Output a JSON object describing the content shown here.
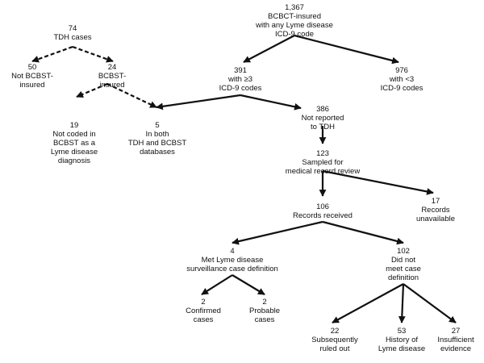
{
  "nodes": {
    "tdh": {
      "count": "74",
      "label": "TDH cases"
    },
    "not_bcbst": {
      "count": "50",
      "label": "Not BCBST-\ninsured"
    },
    "bcbst_insured": {
      "count": "24",
      "label": "BCBST-\ninsured"
    },
    "not_coded": {
      "count": "19",
      "label": "Not coded in\nBCBST as a\nLyme disease\ndiagnosis"
    },
    "both_db": {
      "count": "5",
      "label": "In both\nTDH and BCBST\ndatabases"
    },
    "bcbct": {
      "count": "1,367",
      "label": "BCBCT-insured\nwith any Lyme disease\nICD-9 code"
    },
    "ge3": {
      "count": "391",
      "label": "with ≥3\nICD-9 codes"
    },
    "lt3": {
      "count": "976",
      "label": "with <3\nICD-9 codes"
    },
    "not_reported": {
      "count": "386",
      "label": "Not reported\nto TDH"
    },
    "sampled": {
      "count": "123",
      "label": "Sampled for\nmedical record review"
    },
    "received": {
      "count": "106",
      "label": "Records received"
    },
    "unavailable": {
      "count": "17",
      "label": "Records\nunavailable"
    },
    "met": {
      "count": "4",
      "label": "Met Lyme disease\nsurveillance case definition"
    },
    "not_met": {
      "count": "102",
      "label": "Did not\nmeet case\ndefinition"
    },
    "confirmed": {
      "count": "2",
      "label": "Confirmed\ncases"
    },
    "probable": {
      "count": "2",
      "label": "Probable\ncases"
    },
    "ruled_out": {
      "count": "22",
      "label": "Subsequently\nruled out"
    },
    "history": {
      "count": "53",
      "label": "History of\nLyme disease"
    },
    "insufficient": {
      "count": "27",
      "label": "Insufficient\nevidence"
    }
  },
  "edges": [
    {
      "from": "tdh",
      "to": "not_bcbst",
      "style": "dashed"
    },
    {
      "from": "tdh",
      "to": "bcbst_insured",
      "style": "dashed"
    },
    {
      "from": "bcbst_insured",
      "to": "not_coded",
      "style": "dashed"
    },
    {
      "from": "bcbst_insured",
      "to": "both_db",
      "style": "dashed"
    },
    {
      "from": "bcbct",
      "to": "ge3",
      "style": "solid"
    },
    {
      "from": "bcbct",
      "to": "lt3",
      "style": "solid"
    },
    {
      "from": "ge3",
      "to": "both_db",
      "style": "solid"
    },
    {
      "from": "ge3",
      "to": "not_reported",
      "style": "solid"
    },
    {
      "from": "not_reported",
      "to": "sampled",
      "style": "solid"
    },
    {
      "from": "sampled",
      "to": "received",
      "style": "solid"
    },
    {
      "from": "sampled",
      "to": "unavailable",
      "style": "solid"
    },
    {
      "from": "received",
      "to": "met",
      "style": "solid"
    },
    {
      "from": "received",
      "to": "not_met",
      "style": "solid"
    },
    {
      "from": "met",
      "to": "confirmed",
      "style": "solid"
    },
    {
      "from": "met",
      "to": "probable",
      "style": "solid"
    },
    {
      "from": "not_met",
      "to": "ruled_out",
      "style": "solid"
    },
    {
      "from": "not_met",
      "to": "history",
      "style": "solid"
    },
    {
      "from": "not_met",
      "to": "insufficient",
      "style": "solid"
    }
  ],
  "colors": {
    "line": "#111111",
    "text": "#111111",
    "background": "#ffffff"
  }
}
